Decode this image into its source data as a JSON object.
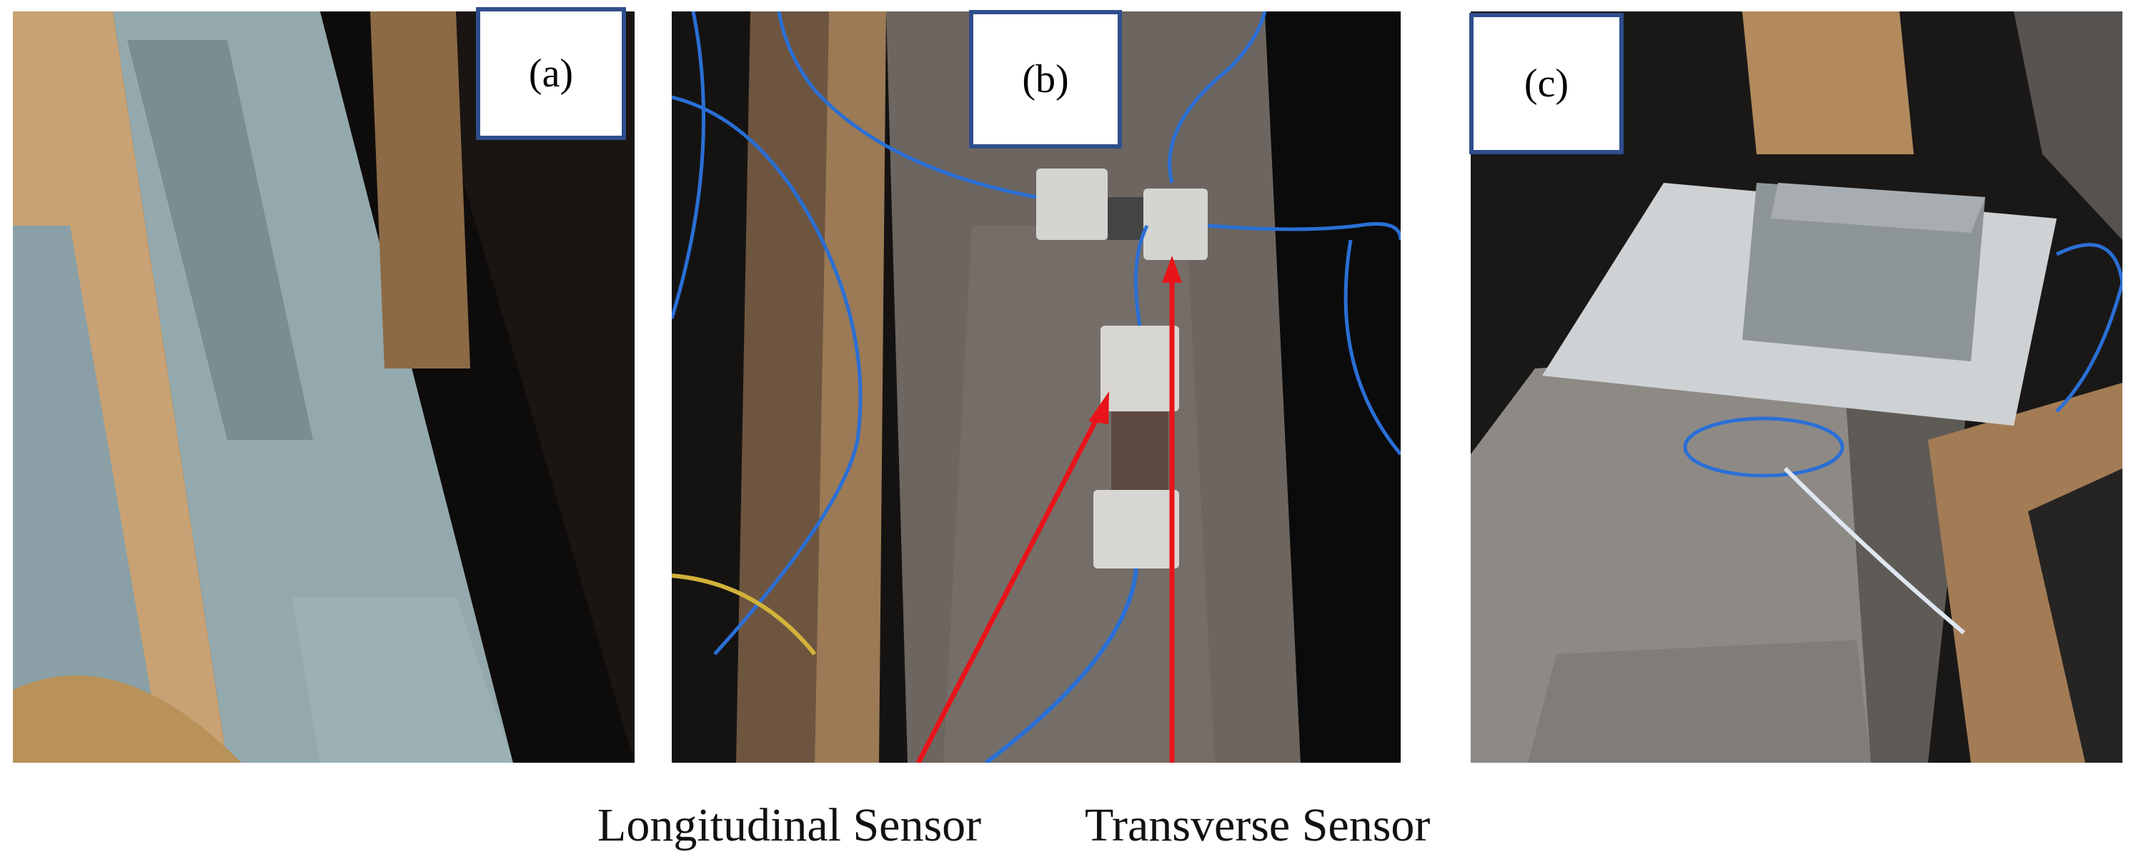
{
  "panels": [
    {
      "id": "a",
      "label": "(a)"
    },
    {
      "id": "b",
      "label": "(b)"
    },
    {
      "id": "c",
      "label": "(c)"
    }
  ],
  "captions": {
    "longitudinal": "Longitudinal Sensor",
    "transverse": "Transverse Sensor"
  },
  "colors": {
    "label_border": "#2f4e8c",
    "arrow": "#e8141a",
    "cable": "#2a6fd6"
  }
}
